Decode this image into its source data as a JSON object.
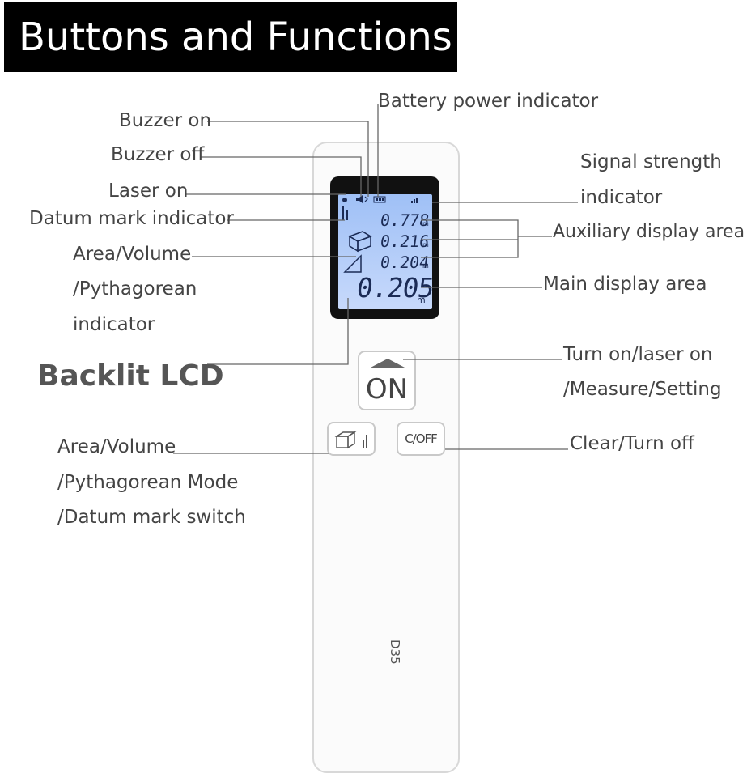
{
  "title": "Buttons and Functions",
  "colors": {
    "lcd_backlight": "#b3ccf8",
    "lcd_frame": "#111111",
    "title_bg": "#000000",
    "leader_line": "#666666"
  },
  "labels": {
    "battery_power": "Battery power indicator",
    "buzzer_on": "Buzzer on",
    "buzzer_off": "Buzzer off",
    "laser_on": "Laser on",
    "datum_mark": "Datum mark indicator",
    "area_volume_indicator_1": "Area/Volume",
    "area_volume_indicator_2": "/Pythagorean",
    "area_volume_indicator_3": "indicator",
    "backlit_lcd": "Backlit LCD",
    "signal_strength_1": "Signal strength",
    "signal_strength_2": "indicator",
    "auxiliary_display": "Auxiliary display area",
    "main_display": "Main display area",
    "turn_on_1": "Turn on/laser on",
    "turn_on_2": "/Measure/Setting",
    "area_mode_1": "Area/Volume",
    "area_mode_2": "/Pythagorean Mode",
    "area_mode_3": "/Datum mark switch",
    "clear_off": "Clear/Turn off"
  },
  "device": {
    "model": "D35",
    "lcd": {
      "aux_values": [
        "0.778",
        "0.216",
        "0.204"
      ],
      "main_value": "0.205",
      "unit": "m"
    },
    "buttons": {
      "on_label": "ON",
      "coff_label": "C/OFF"
    },
    "icons": [
      "buzzer-on-icon",
      "buzzer-off-icon",
      "laser-icon",
      "battery-icon",
      "signal-icon",
      "datum-mark-icon",
      "area-volume-icon",
      "box-icon"
    ]
  }
}
